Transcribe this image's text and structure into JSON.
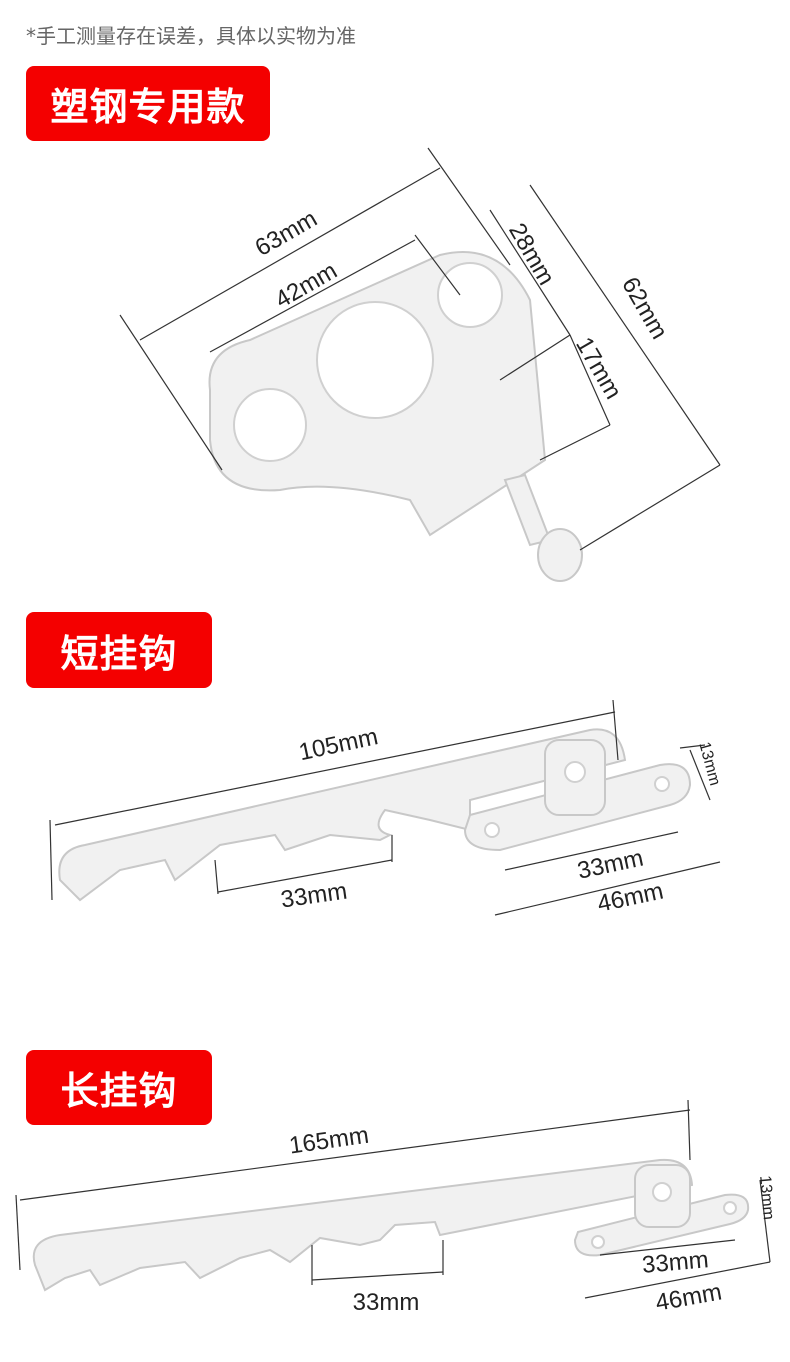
{
  "note": "*手工测量存在误差，具体以实物为准",
  "sections": [
    {
      "title": "塑钢专用款",
      "dims": {
        "width": "63mm",
        "hole_spacing": "42mm",
        "top": "28mm",
        "mid": "17mm",
        "height": "62mm"
      }
    },
    {
      "title": "短挂钩",
      "dims": {
        "length": "105mm",
        "notch_spacing": "33mm",
        "base_hole_spacing": "33mm",
        "base_length": "46mm",
        "base_width": "13mm"
      }
    },
    {
      "title": "长挂钩",
      "dims": {
        "length": "165mm",
        "notch_spacing": "33mm",
        "base_hole_spacing": "33mm",
        "base_length": "46mm",
        "base_width": "13mm"
      }
    }
  ],
  "colors": {
    "banner": "#f40000"
  }
}
